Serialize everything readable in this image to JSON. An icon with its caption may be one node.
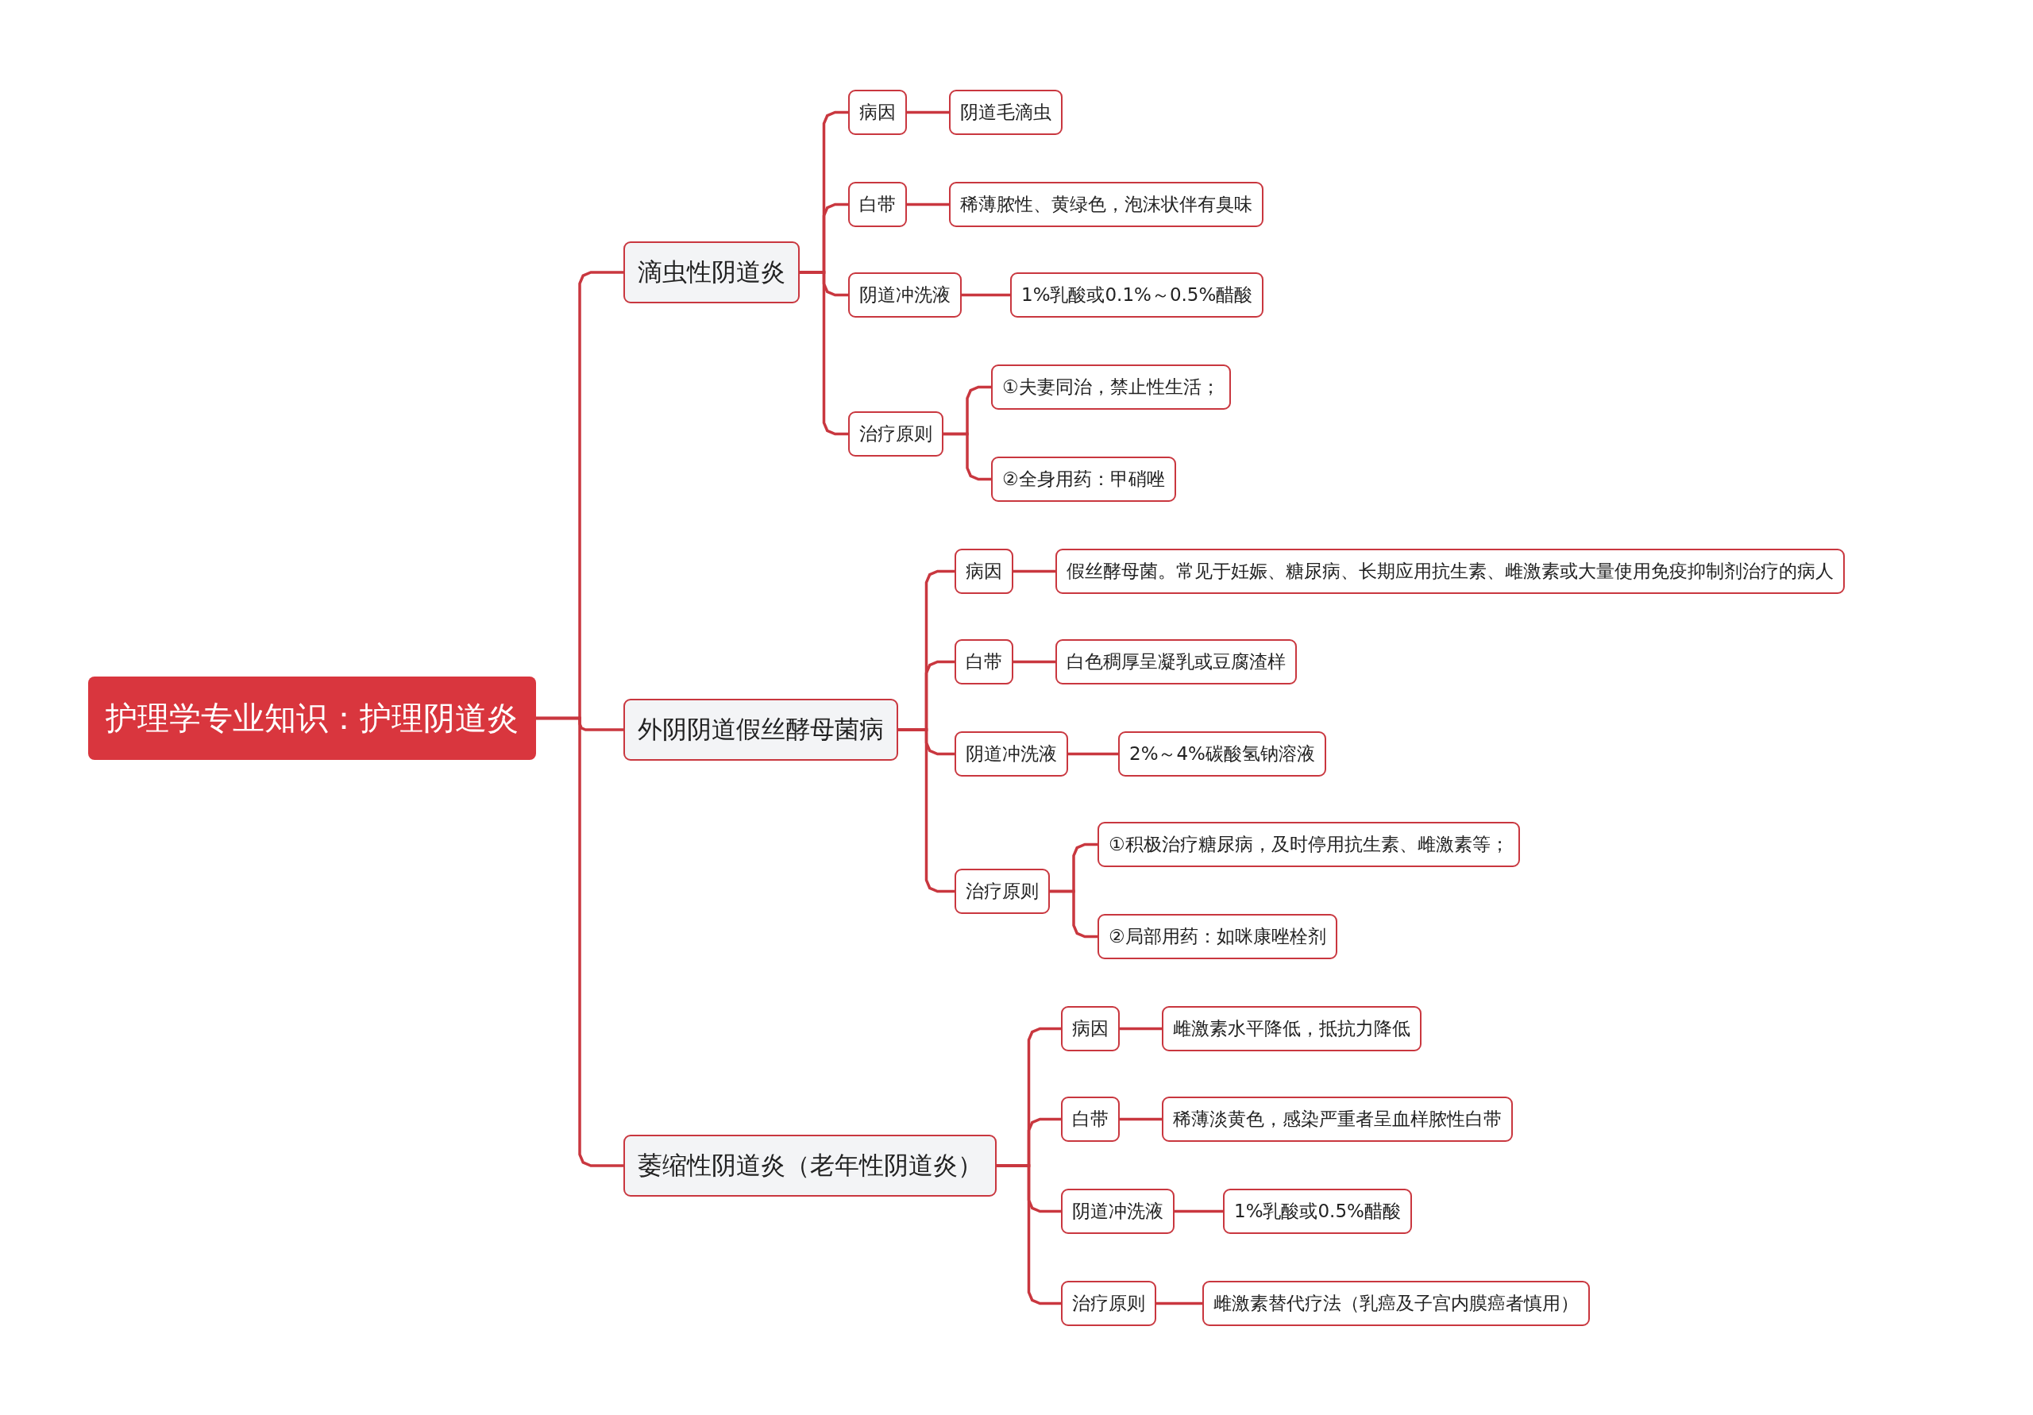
{
  "diagram": {
    "nodes": [
      {
        "text": [
          "护理学专业知识：护理阴道炎"
        ]
      },
      {
        "text": [
          "滴虫性阴道炎"
        ]
      },
      {
        "text": [
          "病因"
        ]
      },
      {
        "text": [
          "阴道毛滴虫"
        ]
      },
      {
        "text": [
          "白带"
        ]
      },
      {
        "text": [
          "稀薄脓性、黄绿色，泡沫状伴有臭味"
        ]
      },
      {
        "text": [
          "阴道冲洗液"
        ]
      },
      {
        "text": [
          "1%乳酸或0.1%～0.5%醋酸"
        ]
      },
      {
        "text": [
          "治疗原则"
        ]
      },
      {
        "text": [
          "①夫妻同治，禁止性生活；"
        ]
      },
      {
        "text": [
          "②全身用药：甲硝唑"
        ]
      },
      {
        "text": [
          "外阴阴道假丝酵母菌病"
        ]
      },
      {
        "text": [
          "病因"
        ]
      },
      {
        "text": [
          "假丝酵母菌。常见于妊娠、糖尿病、长期应用抗生素、雌激素或大量使用免疫抑制剂治疗的病人"
        ]
      },
      {
        "text": [
          "白带"
        ]
      },
      {
        "text": [
          "白色稠厚呈凝乳或豆腐渣样"
        ]
      },
      {
        "text": [
          "阴道冲洗液"
        ]
      },
      {
        "text": [
          "2%～4%碳酸氢钠溶液"
        ]
      },
      {
        "text": [
          "治疗原则"
        ]
      },
      {
        "text": [
          "①积极治疗糖尿病，及时停用抗生素、雌激素等；"
        ]
      },
      {
        "text": [
          "②局部用药：如咪康唑栓剂"
        ]
      },
      {
        "text": [
          "萎缩性阴道炎（老年性阴道炎）"
        ]
      },
      {
        "text": [
          "病因"
        ]
      },
      {
        "text": [
          "雌激素水平降低，抵抗力降低"
        ]
      },
      {
        "text": [
          "白带"
        ]
      },
      {
        "text": [
          "稀薄淡黄色，感染严重者呈血样脓性白带"
        ]
      },
      {
        "text": [
          "阴道冲洗液"
        ]
      },
      {
        "text": [
          "1%乳酸或0.5%醋酸"
        ]
      },
      {
        "text": [
          "治疗原则"
        ]
      },
      {
        "text": [
          "雌激素替代疗法（乳癌及子宫内膜癌者慎用）"
        ]
      }
    ],
    "edges": [
      {
        "from": 0,
        "to": 1,
        "arrow": "none"
      },
      {
        "from": 1,
        "to": 2,
        "arrow": "none"
      },
      {
        "from": 2,
        "to": 3,
        "arrow": "none"
      },
      {
        "from": 1,
        "to": 4,
        "arrow": "none"
      },
      {
        "from": 4,
        "to": 5,
        "arrow": "none"
      },
      {
        "from": 1,
        "to": 6,
        "arrow": "none"
      },
      {
        "from": 6,
        "to": 7,
        "arrow": "none"
      },
      {
        "from": 1,
        "to": 8,
        "arrow": "none"
      },
      {
        "from": 8,
        "to": 9,
        "arrow": "none"
      },
      {
        "from": 8,
        "to": 10,
        "arrow": "none"
      },
      {
        "from": 0,
        "to": 11,
        "arrow": "none"
      },
      {
        "from": 11,
        "to": 12,
        "arrow": "none"
      },
      {
        "from": 12,
        "to": 13,
        "arrow": "none"
      },
      {
        "from": 11,
        "to": 14,
        "arrow": "none"
      },
      {
        "from": 14,
        "to": 15,
        "arrow": "none"
      },
      {
        "from": 11,
        "to": 16,
        "arrow": "none"
      },
      {
        "from": 16,
        "to": 17,
        "arrow": "none"
      },
      {
        "from": 11,
        "to": 18,
        "arrow": "none"
      },
      {
        "from": 18,
        "to": 19,
        "arrow": "none"
      },
      {
        "from": 18,
        "to": 20,
        "arrow": "none"
      },
      {
        "from": 0,
        "to": 21,
        "arrow": "none"
      },
      {
        "from": 21,
        "to": 22,
        "arrow": "none"
      },
      {
        "from": 22,
        "to": 23,
        "arrow": "none"
      },
      {
        "from": 21,
        "to": 24,
        "arrow": "none"
      },
      {
        "from": 24,
        "to": 25,
        "arrow": "none"
      },
      {
        "from": 21,
        "to": 26,
        "arrow": "none"
      },
      {
        "from": 26,
        "to": 27,
        "arrow": "none"
      },
      {
        "from": 21,
        "to": 28,
        "arrow": "none"
      },
      {
        "from": 28,
        "to": 29,
        "arrow": "none"
      }
    ]
  }
}
